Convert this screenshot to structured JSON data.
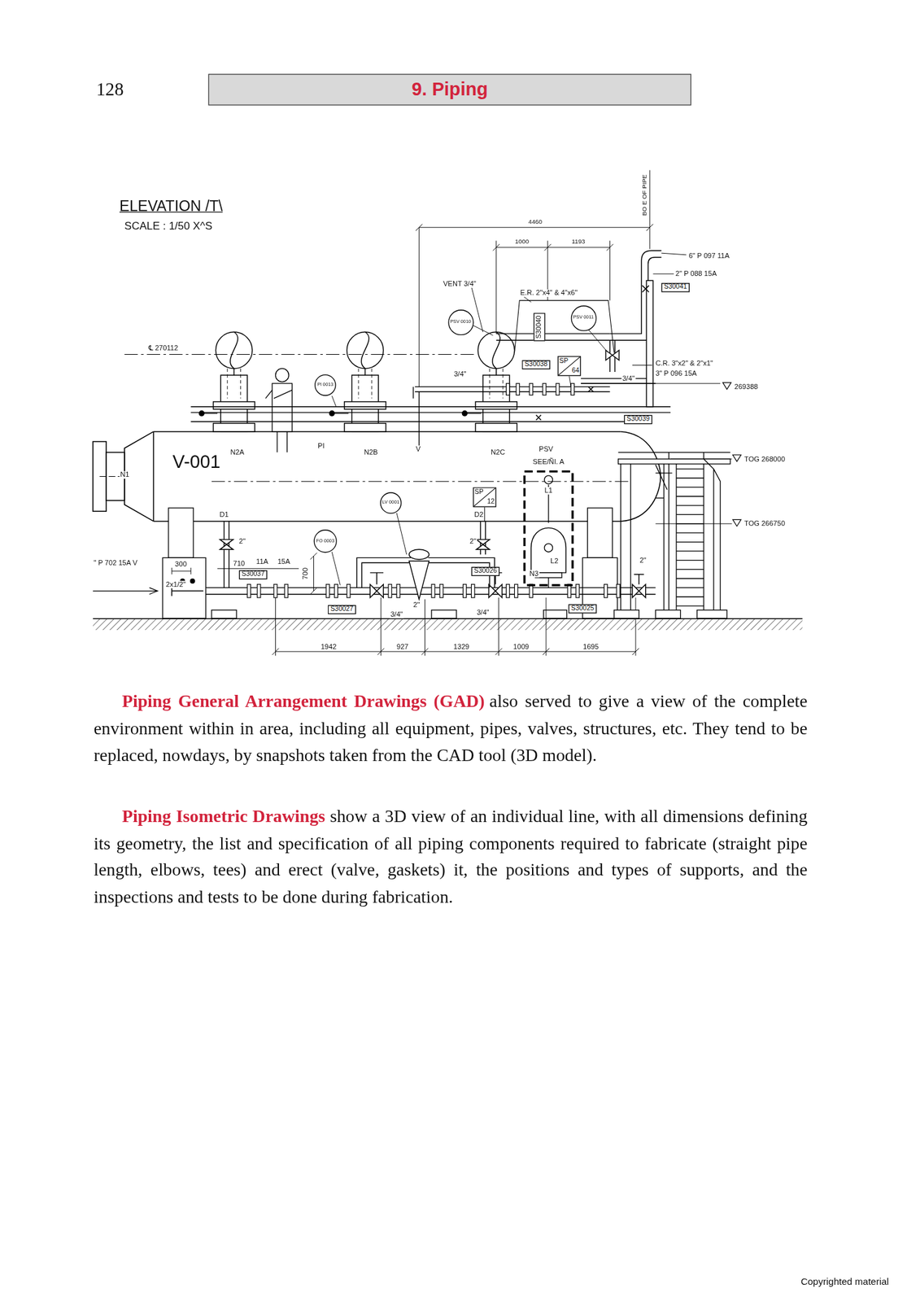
{
  "diagram": {
    "title": "9. Piping",
    "nodes": [
      {
        "text": [
          "PSV 0010"
        ]
      },
      {
        "text": [
          "PSV 0011"
        ]
      },
      {
        "text": [
          "S30040"
        ]
      },
      {
        "text": [
          "S30041"
        ]
      },
      {
        "text": [
          "S30038"
        ]
      },
      {
        "text": [
          "SP",
          "64"
        ]
      },
      {
        "text": [
          "PI 0013"
        ]
      },
      {
        "text": [
          "S30039"
        ]
      },
      {
        "text": [
          "LV 0001"
        ]
      },
      {
        "text": [
          "SP",
          "12"
        ]
      },
      {
        "text": [
          "FO 0003"
        ]
      },
      {
        "text": [
          "S30037"
        ]
      },
      {
        "text": [
          "S30026"
        ]
      },
      {
        "text": [
          "S30027"
        ]
      },
      {
        "text": [
          "S30025"
        ]
      }
    ],
    "labels": [
      "128",
      "ELEVATION /T\\",
      "SCALE : 1/50 X^S",
      "BO E OF PIPE",
      "4460",
      "1000",
      "1193",
      "6\" P 097 11A",
      "2\" P 088 15A",
      "VENT 3/4\"",
      "E.R. 2\"x4\" & 4\"x6\"",
      "℄ 270112",
      "3/4\"",
      "C.R. 3\"x2\" & 2\"x1\"",
      "3\" P 096 15A",
      "3/4\"",
      "269388",
      "N2A",
      "PI",
      "N2B",
      "V",
      "N2C",
      "PSV",
      "SEE/ÑI. A",
      "TOG 268000",
      "V-001",
      "N1",
      "L1",
      "TOG 266750",
      "D1",
      "D2",
      "2\"",
      "2\"",
      "L2",
      "N3",
      "\" P 702 15A V",
      "300",
      "710",
      "11A",
      "15A",
      "700",
      "2x1/2\"",
      "2\"",
      "2\"",
      "3/4\"",
      "3/4\"",
      "1942",
      "927",
      "1329",
      "1009",
      "1695",
      "Piping General Arrangement Drawings (GAD)",
      "also served to give a view of the complete environment within in area, including all equipment, pipes, valves, structures, etc. They tend to be replaced, nowdays, by snapshots taken from the CAD tool (3D model).",
      "Piping Isometric Drawings",
      "show a 3D view of an individual line, with all dimensions defining its geometry, the list and specification of all piping components required to fabricate (straight pipe length, elbows, tees) and erect (valve, gaskets) it, the positions and types of supports, and the inspections and tests to be done during fabrication.",
      "Copyrighted material"
    ]
  }
}
